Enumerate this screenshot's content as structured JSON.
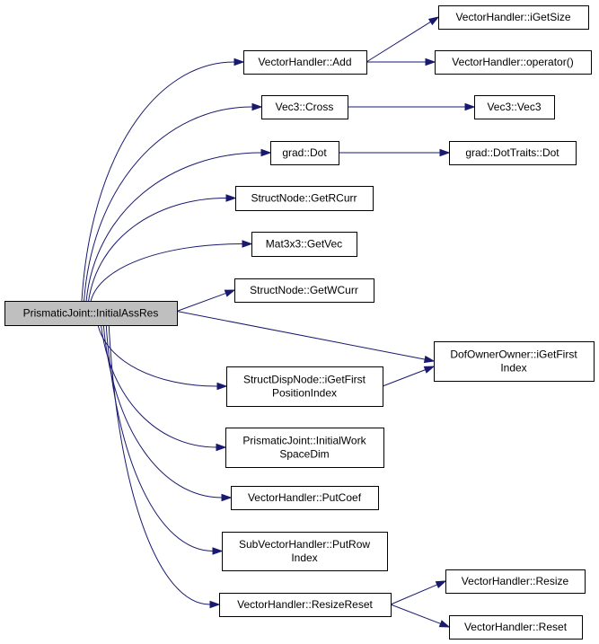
{
  "colors": {
    "node_fill": "#ffffff",
    "root_fill": "#bfbfbf",
    "node_border": "#000000",
    "edge": "#191970"
  },
  "nodes": {
    "root": {
      "lines": [
        "PrismaticJoint::InitialAssRes"
      ]
    },
    "add": {
      "lines": [
        "VectorHandler::Add"
      ]
    },
    "igs": {
      "lines": [
        "VectorHandler::iGetSize"
      ]
    },
    "op": {
      "lines": [
        "VectorHandler::operator()"
      ]
    },
    "cross": {
      "lines": [
        "Vec3::Cross"
      ]
    },
    "vec3": {
      "lines": [
        "Vec3::Vec3"
      ]
    },
    "dot": {
      "lines": [
        "grad::Dot"
      ]
    },
    "dtdot": {
      "lines": [
        "grad::DotTraits::Dot"
      ]
    },
    "grc": {
      "lines": [
        "StructNode::GetRCurr"
      ]
    },
    "gvec": {
      "lines": [
        "Mat3x3::GetVec"
      ]
    },
    "gwc": {
      "lines": [
        "StructNode::GetWCurr"
      ]
    },
    "doo": {
      "lines": [
        "DofOwnerOwner::iGetFirst",
        "Index"
      ]
    },
    "sdn": {
      "lines": [
        "StructDispNode::iGetFirst",
        "PositionIndex"
      ]
    },
    "iwsd": {
      "lines": [
        "PrismaticJoint::InitialWork",
        "SpaceDim"
      ]
    },
    "pcoef": {
      "lines": [
        "VectorHandler::PutCoef"
      ]
    },
    "prow": {
      "lines": [
        "SubVectorHandler::PutRow",
        "Index"
      ]
    },
    "rreset": {
      "lines": [
        "VectorHandler::ResizeReset"
      ]
    },
    "resize": {
      "lines": [
        "VectorHandler::Resize"
      ]
    },
    "reset": {
      "lines": [
        "VectorHandler::Reset"
      ]
    }
  },
  "edges": [
    [
      "root",
      "add"
    ],
    [
      "root",
      "cross"
    ],
    [
      "root",
      "dot"
    ],
    [
      "root",
      "grc"
    ],
    [
      "root",
      "gvec"
    ],
    [
      "root",
      "gwc"
    ],
    [
      "root",
      "doo"
    ],
    [
      "root",
      "sdn"
    ],
    [
      "root",
      "iwsd"
    ],
    [
      "root",
      "pcoef"
    ],
    [
      "root",
      "prow"
    ],
    [
      "root",
      "rreset"
    ],
    [
      "add",
      "igs"
    ],
    [
      "add",
      "op"
    ],
    [
      "cross",
      "vec3"
    ],
    [
      "dot",
      "dtdot"
    ],
    [
      "sdn",
      "doo"
    ],
    [
      "rreset",
      "resize"
    ],
    [
      "rreset",
      "reset"
    ]
  ]
}
